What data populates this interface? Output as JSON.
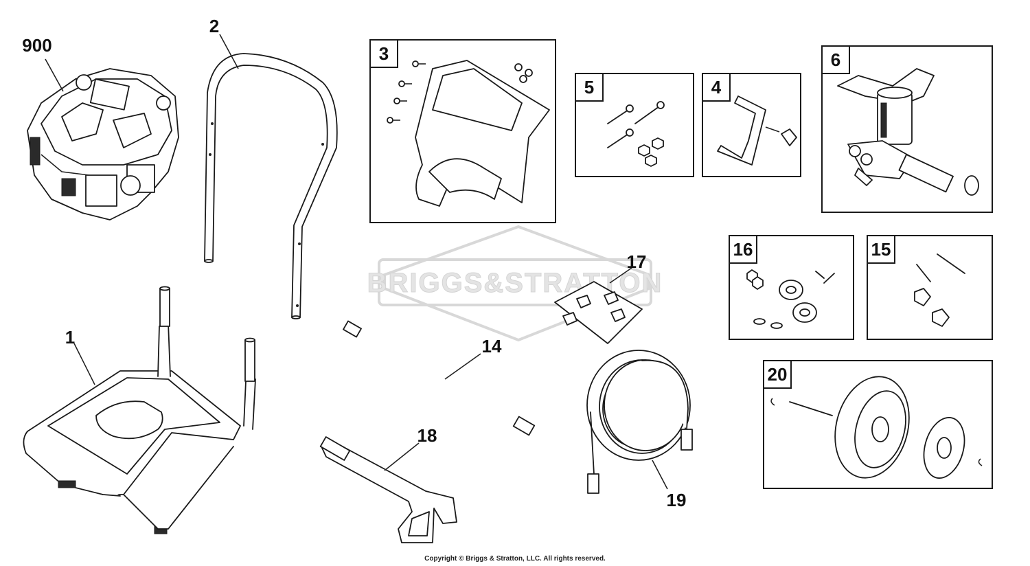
{
  "diagram": {
    "watermark": "BRIGGS&STRATTON",
    "copyright": "Copyright © Briggs & Stratton, LLC. All rights reserved.",
    "parts": [
      {
        "id": "900"
      },
      {
        "id": "2"
      },
      {
        "id": "3"
      },
      {
        "id": "5"
      },
      {
        "id": "4"
      },
      {
        "id": "6"
      },
      {
        "id": "1"
      },
      {
        "id": "14"
      },
      {
        "id": "17"
      },
      {
        "id": "16"
      },
      {
        "id": "15"
      },
      {
        "id": "18"
      },
      {
        "id": "19"
      },
      {
        "id": "20"
      }
    ]
  }
}
